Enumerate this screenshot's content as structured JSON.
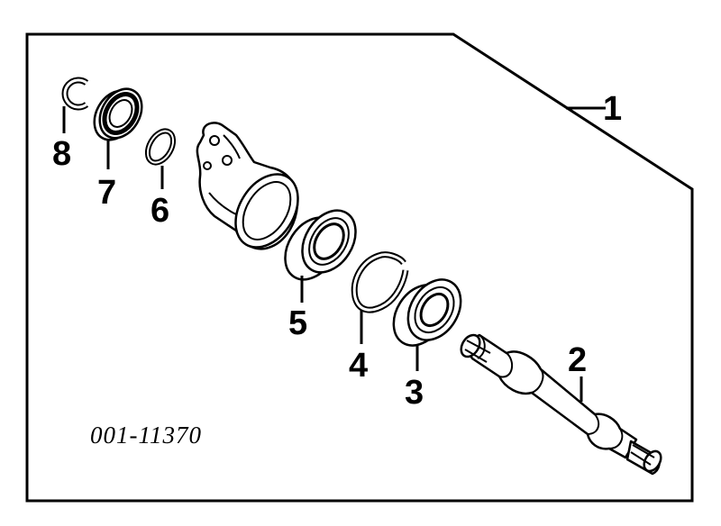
{
  "diagram": {
    "part_code": "001-11370",
    "callouts": {
      "c1": "1",
      "c2": "2",
      "c3": "3",
      "c4": "4",
      "c5": "5",
      "c6": "6",
      "c7": "7",
      "c8": "8"
    }
  }
}
